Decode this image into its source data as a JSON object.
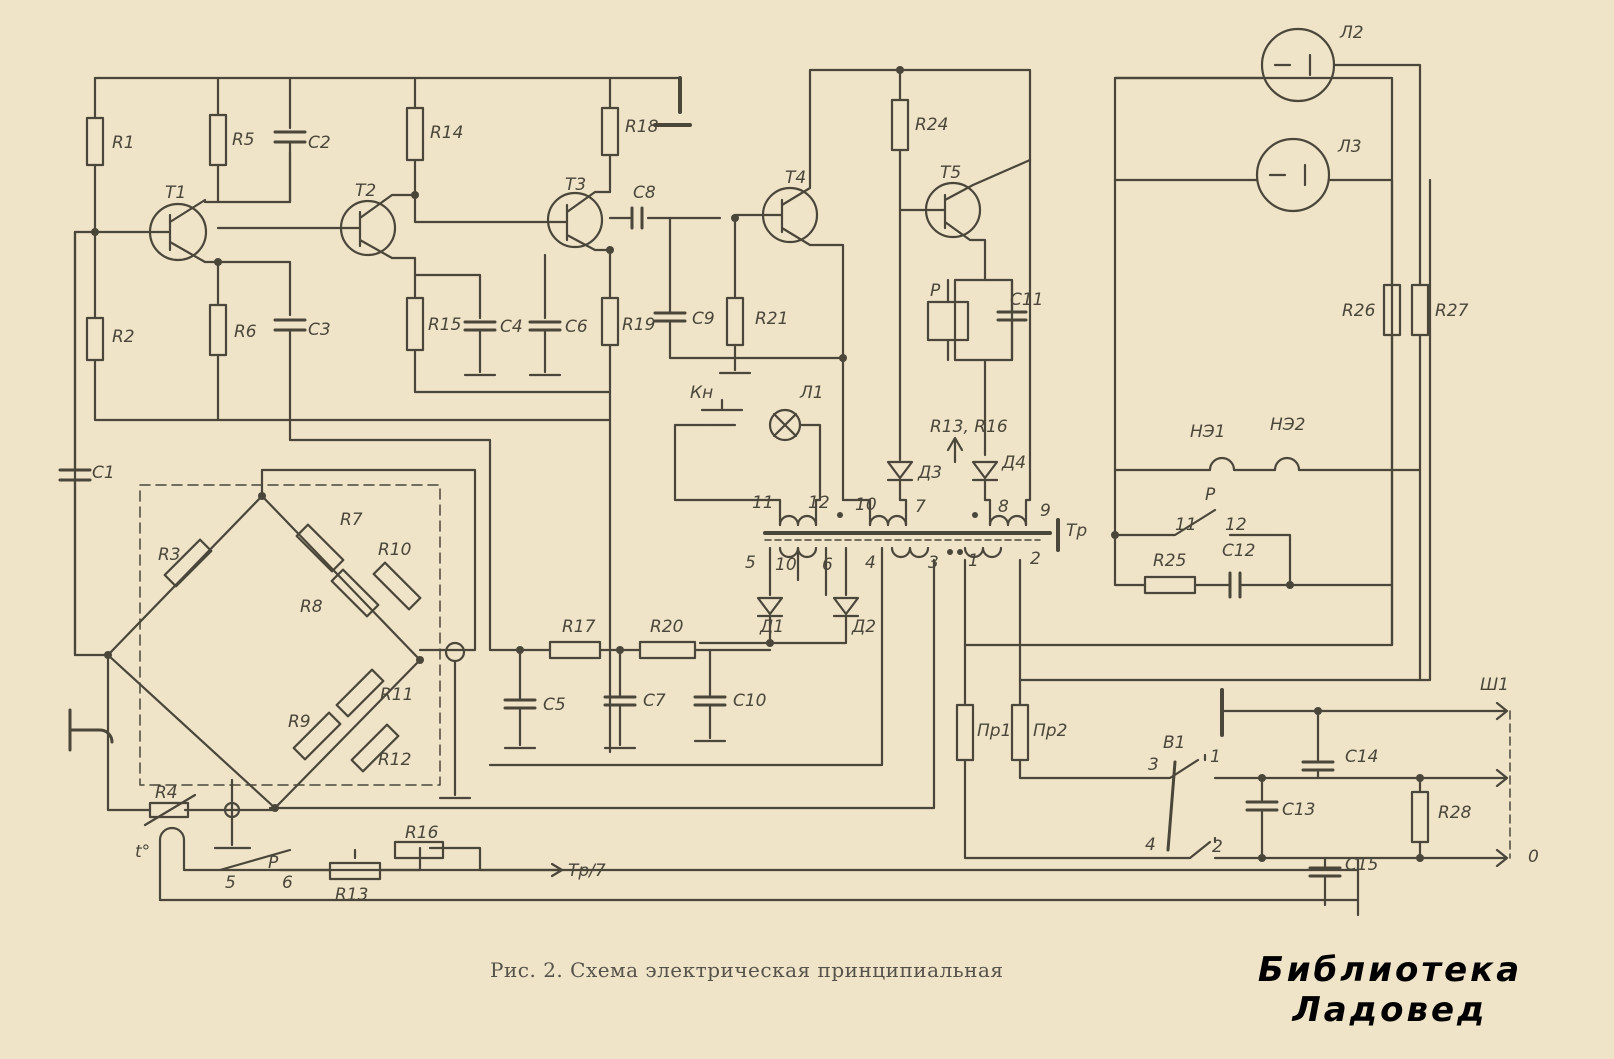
{
  "caption": "Рис.   2. Схема электрическая принципиальная",
  "watermark": {
    "line1": "Библиотека",
    "line2": "Ладовед"
  },
  "labels": {
    "R1": "R1",
    "R2": "R2",
    "R3": "R3",
    "R4": "R4",
    "R5": "R5",
    "R6": "R6",
    "R7": "R7",
    "R8": "R8",
    "R9": "R9",
    "R10": "R10",
    "R11": "R11",
    "R12": "R12",
    "R13": "R13",
    "R14": "R14",
    "R15": "R15",
    "R16": "R16",
    "R17": "R17",
    "R18": "R18",
    "R19": "R19",
    "R20": "R20",
    "R21": "R21",
    "R24": "R24",
    "R25": "R25",
    "R26": "R26",
    "R27": "R27",
    "R28": "R28",
    "R13R16": "R13, R16",
    "C1": "C1",
    "C2": "C2",
    "C3": "C3",
    "C4": "C4",
    "C5": "C5",
    "C6": "C6",
    "C7": "C7",
    "C8": "C8",
    "C9": "C9",
    "C10": "C10",
    "C11": "C11",
    "C12": "C12",
    "C13": "C13",
    "C14": "C14",
    "C15": "C15",
    "T1": "T1",
    "T2": "T2",
    "T3": "T3",
    "T4": "T4",
    "T5": "T5",
    "D1": "Д1",
    "D2": "Д2",
    "D3": "Д3",
    "D4": "Д4",
    "L1": "Л1",
    "L2": "Л2",
    "L3": "Л3",
    "NE1": "НЭ1",
    "NE2": "НЭ2",
    "Pr1": "Пр1",
    "Pr2": "Пр2",
    "Kn": "Кн",
    "P": "Р",
    "Tr": "Тр",
    "Tr7": "Тр/7",
    "B1": "В1",
    "Sh1": "Ш1",
    "zero": "0",
    "temp": "t°",
    "w1": "1",
    "w2": "2",
    "w3": "3",
    "w4": "4",
    "w5": "5",
    "w6": "6",
    "w7": "7",
    "w8": "8",
    "w9": "9",
    "w10": "10",
    "w11": "11",
    "w12": "12",
    "p11": "11",
    "p12": "12",
    "p5": "5",
    "p6": "6",
    "b1": "1",
    "b2": "2",
    "b3": "3",
    "b4": "4"
  },
  "colors": {
    "paper": "#efe3c8",
    "ink": "#4a463a",
    "watermark": "#000000"
  }
}
